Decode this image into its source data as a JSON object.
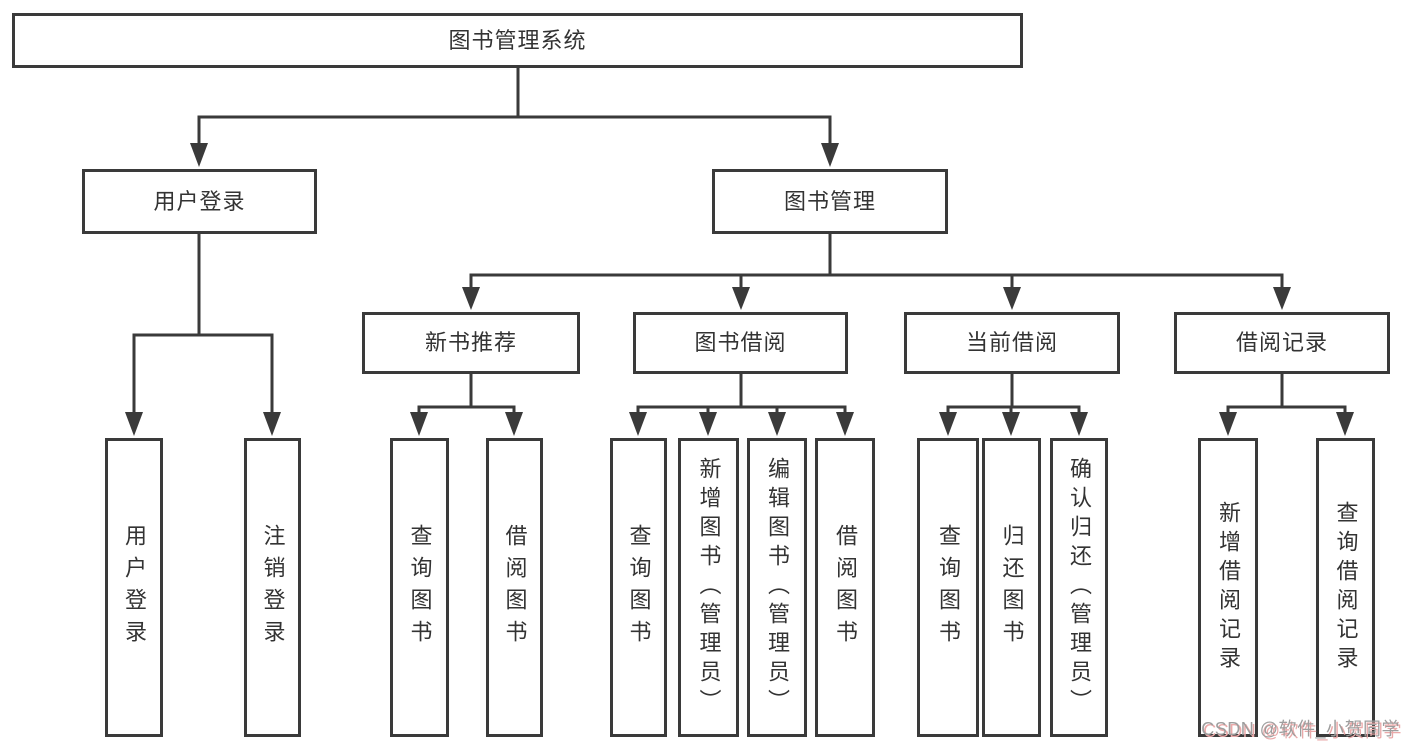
{
  "diagram_type": "org-chart",
  "root": {
    "label": "图书管理系统"
  },
  "level2": {
    "user_login": {
      "label": "用户登录"
    },
    "book_mgmt": {
      "label": "图书管理"
    }
  },
  "sections": {
    "new_books": {
      "label": "新书推荐"
    },
    "borrowing": {
      "label": "图书借阅"
    },
    "current": {
      "label": "当前借阅"
    },
    "records": {
      "label": "借阅记录"
    }
  },
  "leaves": {
    "user_login_login": {
      "label": "用户登录"
    },
    "user_login_logout": {
      "label": "注销登录"
    },
    "new_books_query": {
      "label": "查询图书"
    },
    "new_books_borrow": {
      "label": "借阅图书"
    },
    "borrowing_query": {
      "label": "查询图书"
    },
    "borrowing_add": {
      "label": "新增图书（管理员）"
    },
    "borrowing_edit": {
      "label": "编辑图书（管理员）"
    },
    "borrowing_borrow": {
      "label": "借阅图书"
    },
    "current_query": {
      "label": "查询图书"
    },
    "current_return": {
      "label": "归还图书"
    },
    "current_confirm": {
      "label": "确认归还（管理员）"
    },
    "records_add": {
      "label": "新增借阅记录"
    },
    "records_query": {
      "label": "查询借阅记录"
    }
  },
  "watermark": {
    "text": "CSDN @软件_小贺同学"
  },
  "colors": {
    "line": "#3a3a3a",
    "text": "#333333",
    "box_background": "#ffffff",
    "page_background": "#ffffff",
    "watermark_text": "#9e9e9e",
    "watermark_shadow": "#eaa9a9"
  }
}
